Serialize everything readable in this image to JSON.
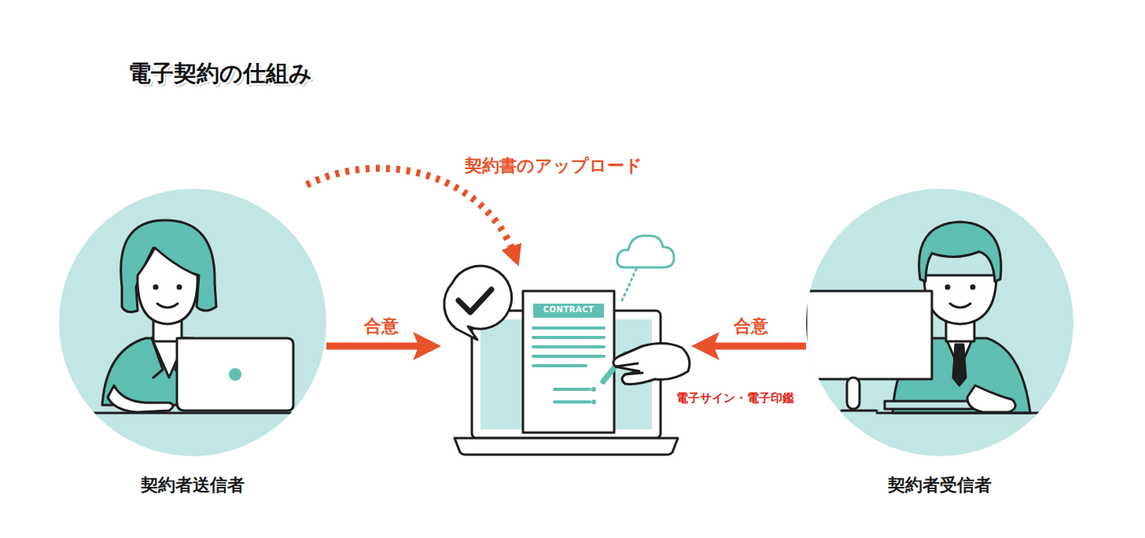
{
  "diagram": {
    "title": "電子契約の仕組み",
    "nodes": [
      {
        "text": [
          "契約者送信者"
        ]
      },
      {
        "text": [
          "CONTRACT"
        ]
      },
      {
        "text": [
          "契約者受信者"
        ]
      }
    ],
    "edges": [
      {
        "from": 0,
        "to": 1,
        "label": "契約書のアップロード",
        "arrow": "to"
      },
      {
        "from": 0,
        "to": 1,
        "label": "合意",
        "arrow": "to"
      },
      {
        "from": 2,
        "to": 1,
        "label": "合意",
        "arrow": "to"
      }
    ],
    "labels": [
      "電子サイン・電子印鑑"
    ]
  }
}
